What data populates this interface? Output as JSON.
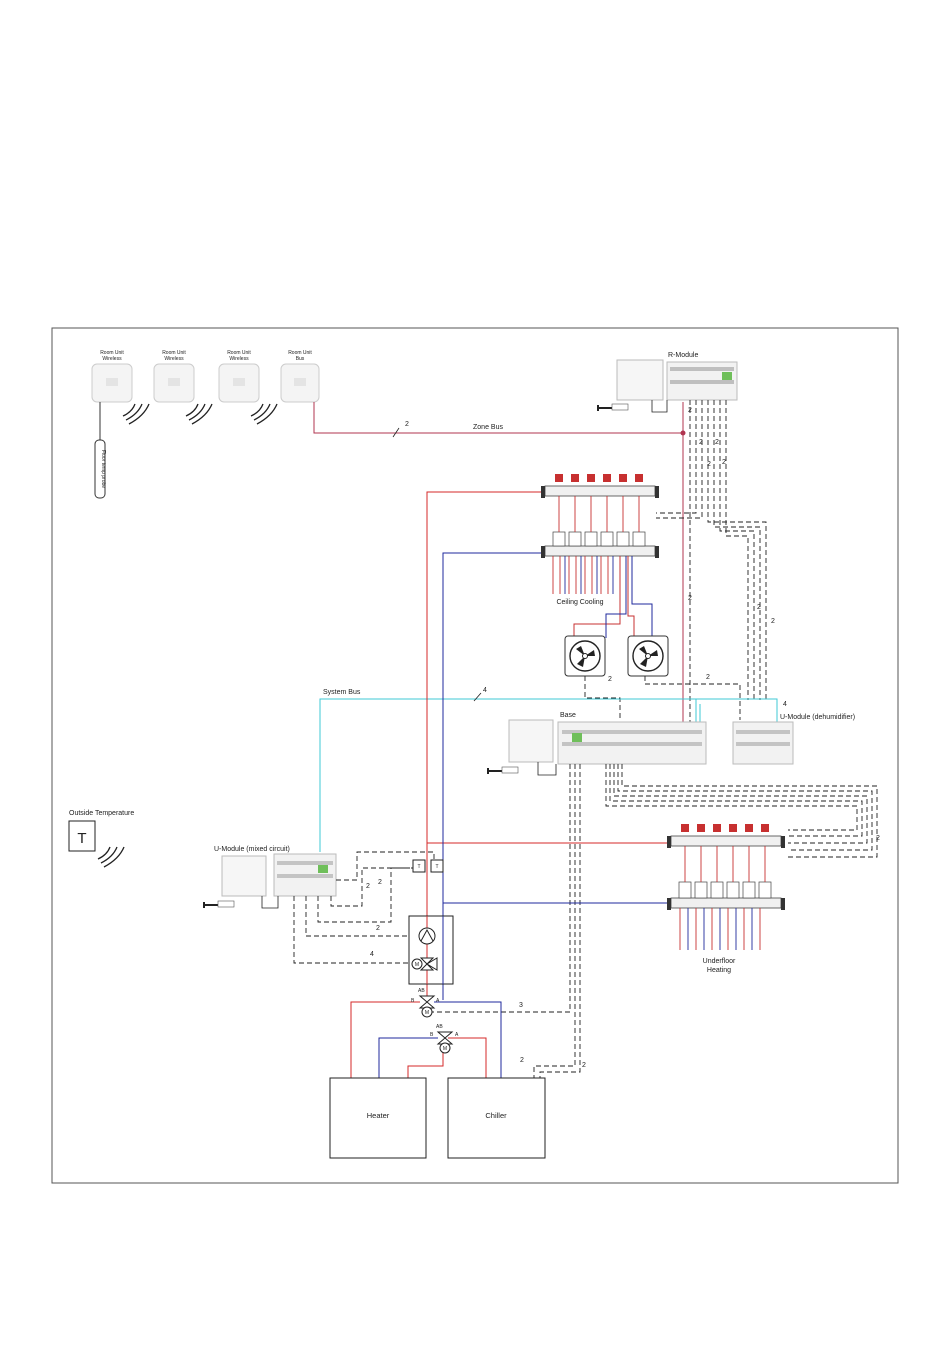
{
  "labels": {
    "room_units": [
      {
        "line1": "Room Unit",
        "line2": "Wireless"
      },
      {
        "line1": "Room Unit",
        "line2": "Wireless"
      },
      {
        "line1": "Room Unit",
        "line2": "Wireless"
      },
      {
        "line1": "Room Unit",
        "line2": "Bus"
      }
    ],
    "floor_probe": "Floor temp probe",
    "r_module": "R-Module",
    "zone_bus": "Zone Bus",
    "ceiling_cooling": "Ceiling Cooling",
    "system_bus": "System Bus",
    "base": "Base",
    "u_module_dehum": "U-Module (dehumidifier)",
    "outside_temperature": "Outside Temperature",
    "outside_symbol": "T",
    "u_module_mixed": "U-Module (mixed circuit)",
    "underfloor_line1": "Underfloor",
    "underfloor_line2": "Heating",
    "heater": "Heater",
    "chiller": "Chiller",
    "sensor_t": "T",
    "valve_upper_ab": "AB",
    "valve_upper_b": "B",
    "valve_upper_a": "A",
    "valve_lower_ab": "AB",
    "valve_lower_b": "B",
    "valve_lower_a": "A",
    "motor": "M"
  },
  "cable_numbers": {
    "zone_bus": "2",
    "r_module_1": "2",
    "r_module_2": "2",
    "r_module_3": "2",
    "r_module_4": "2",
    "r_module_5": "2",
    "r_to_base": "2",
    "dehum_1": "2",
    "dehum_2": "2",
    "fan_1": "2",
    "fan_2": "2",
    "system_bus": "4",
    "dehum_bus": "4",
    "ufh": "2",
    "mixed_1": "2",
    "mixed_2": "2",
    "mixed_3": "2",
    "mixed_4": "4",
    "valve": "3",
    "chiller_1": "2",
    "chiller_2": "2"
  },
  "colors": {
    "hot": "#d42a2a",
    "cold": "#1f2a9c",
    "system_bus": "#3fc9d6",
    "zone_bus": "#b0344f",
    "cable": "#222222"
  }
}
